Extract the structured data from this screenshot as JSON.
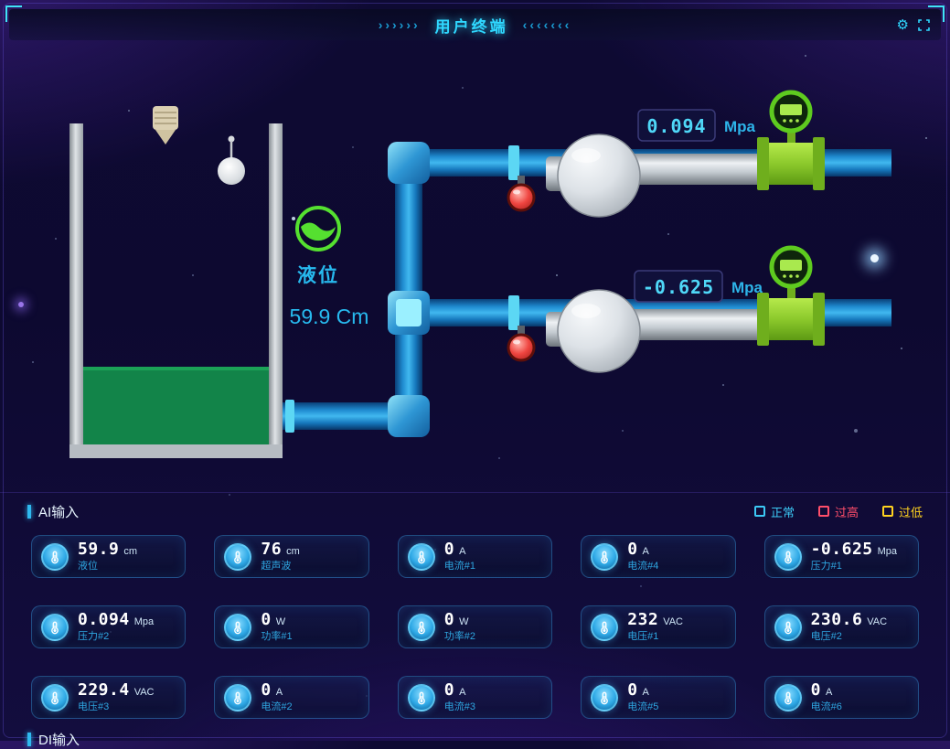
{
  "header": {
    "title": "用户终端",
    "left_arrows": "››››››",
    "right_arrows": "‹‹‹‹‹‹‹",
    "icons": {
      "settings_glyph": "⚙"
    }
  },
  "diagram": {
    "level_label": "液位",
    "level_value": "59.9 Cm",
    "pressure1": {
      "value": "0.094",
      "unit": "Mpa"
    },
    "pressure2": {
      "value": "-0.625",
      "unit": "Mpa"
    }
  },
  "ai_section": {
    "title": "AI输入",
    "legend": [
      {
        "label": "正常",
        "color": "#3cc9f5"
      },
      {
        "label": "过高",
        "color": "#ff4e6a"
      },
      {
        "label": "过低",
        "color": "#ffd21f"
      }
    ],
    "cards": [
      {
        "value": "59.9",
        "unit": "cm",
        "label": "液位"
      },
      {
        "value": "76",
        "unit": "cm",
        "label": "超声波"
      },
      {
        "value": "0",
        "unit": "A",
        "label": "电流#1"
      },
      {
        "value": "0",
        "unit": "A",
        "label": "电流#4"
      },
      {
        "value": "-0.625",
        "unit": "Mpa",
        "label": "压力#1"
      },
      {
        "value": "0.094",
        "unit": "Mpa",
        "label": "压力#2"
      },
      {
        "value": "0",
        "unit": "W",
        "label": "功率#1"
      },
      {
        "value": "0",
        "unit": "W",
        "label": "功率#2"
      },
      {
        "value": "232",
        "unit": "VAC",
        "label": "电压#1"
      },
      {
        "value": "230.6",
        "unit": "VAC",
        "label": "电压#2"
      },
      {
        "value": "229.4",
        "unit": "VAC",
        "label": "电压#3"
      },
      {
        "value": "0",
        "unit": "A",
        "label": "电流#2"
      },
      {
        "value": "0",
        "unit": "A",
        "label": "电流#3"
      },
      {
        "value": "0",
        "unit": "A",
        "label": "电流#5"
      },
      {
        "value": "0",
        "unit": "A",
        "label": "电流#6"
      }
    ]
  },
  "di_section": {
    "title": "DI输入"
  },
  "colors": {
    "accent_cyan": "#2fd8ff",
    "pipe_blue": "#2f9fd9",
    "meter_green": "#8cc92c",
    "liquid_green": "#128449",
    "alarm_red": "#ef4540"
  }
}
